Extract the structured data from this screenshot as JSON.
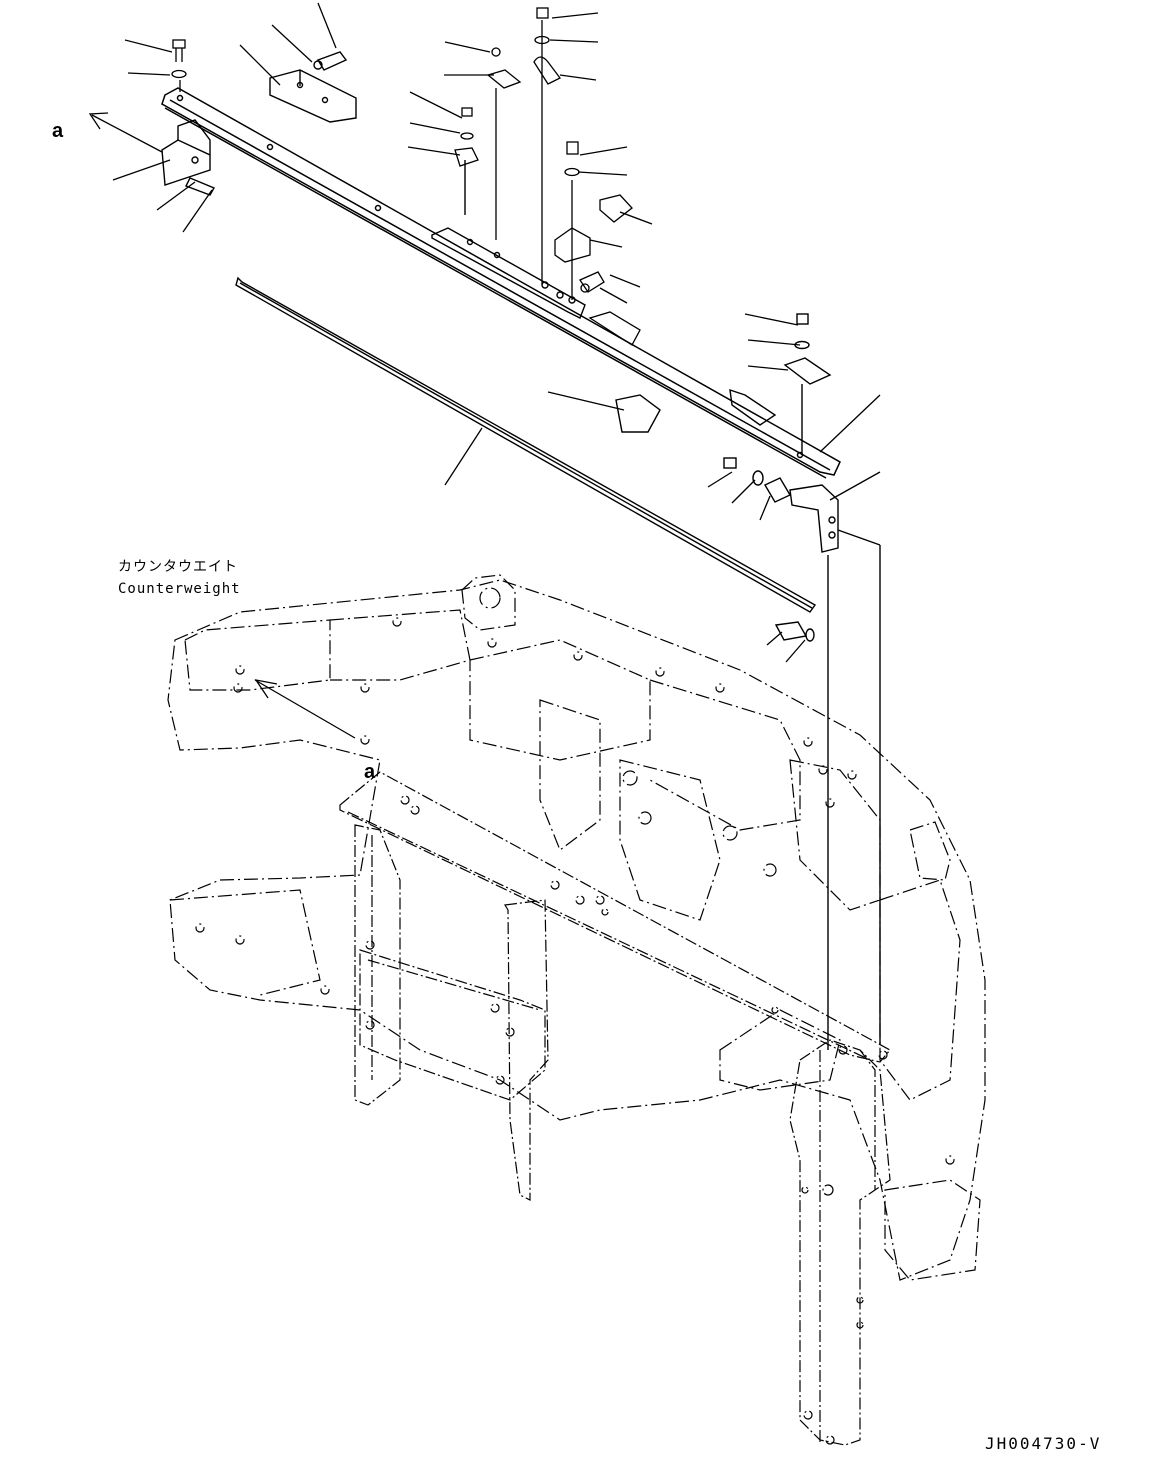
{
  "labels": {
    "view_ref_top": "a",
    "view_ref_bottom": "a",
    "counterweight_jp": "カウンタウエイト",
    "counterweight_en": "Counterweight",
    "drawing_code": "JH004730-V"
  }
}
